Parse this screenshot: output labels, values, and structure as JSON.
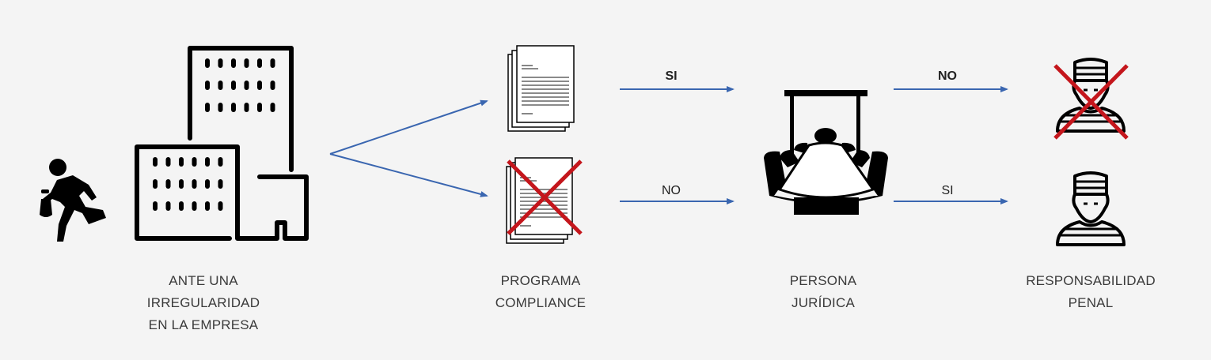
{
  "colors": {
    "arrow": "#3a66b0",
    "cross": "#c4161c",
    "icon": "#000000",
    "background": "#f4f4f4"
  },
  "stages": [
    {
      "id": "irregularity",
      "icon": "thief-running-building-icon",
      "lines": [
        "ANTE UNA",
        "IRREGULARIDAD",
        "EN LA EMPRESA"
      ]
    },
    {
      "id": "compliance",
      "icon": "documents-icon",
      "lines": [
        "PROGRAMA",
        "COMPLIANCE"
      ]
    },
    {
      "id": "legal-entity",
      "icon": "boardroom-icon",
      "lines": [
        "PERSONA",
        "JURÍDICA"
      ]
    },
    {
      "id": "liability",
      "icon": "prisoner-icon",
      "lines": [
        "RESPONSABILIDAD",
        "PENAL"
      ]
    }
  ],
  "arrows": {
    "compliance_yes": "SI",
    "compliance_no": "NO",
    "liability_no": "NO",
    "liability_yes": "SI"
  }
}
